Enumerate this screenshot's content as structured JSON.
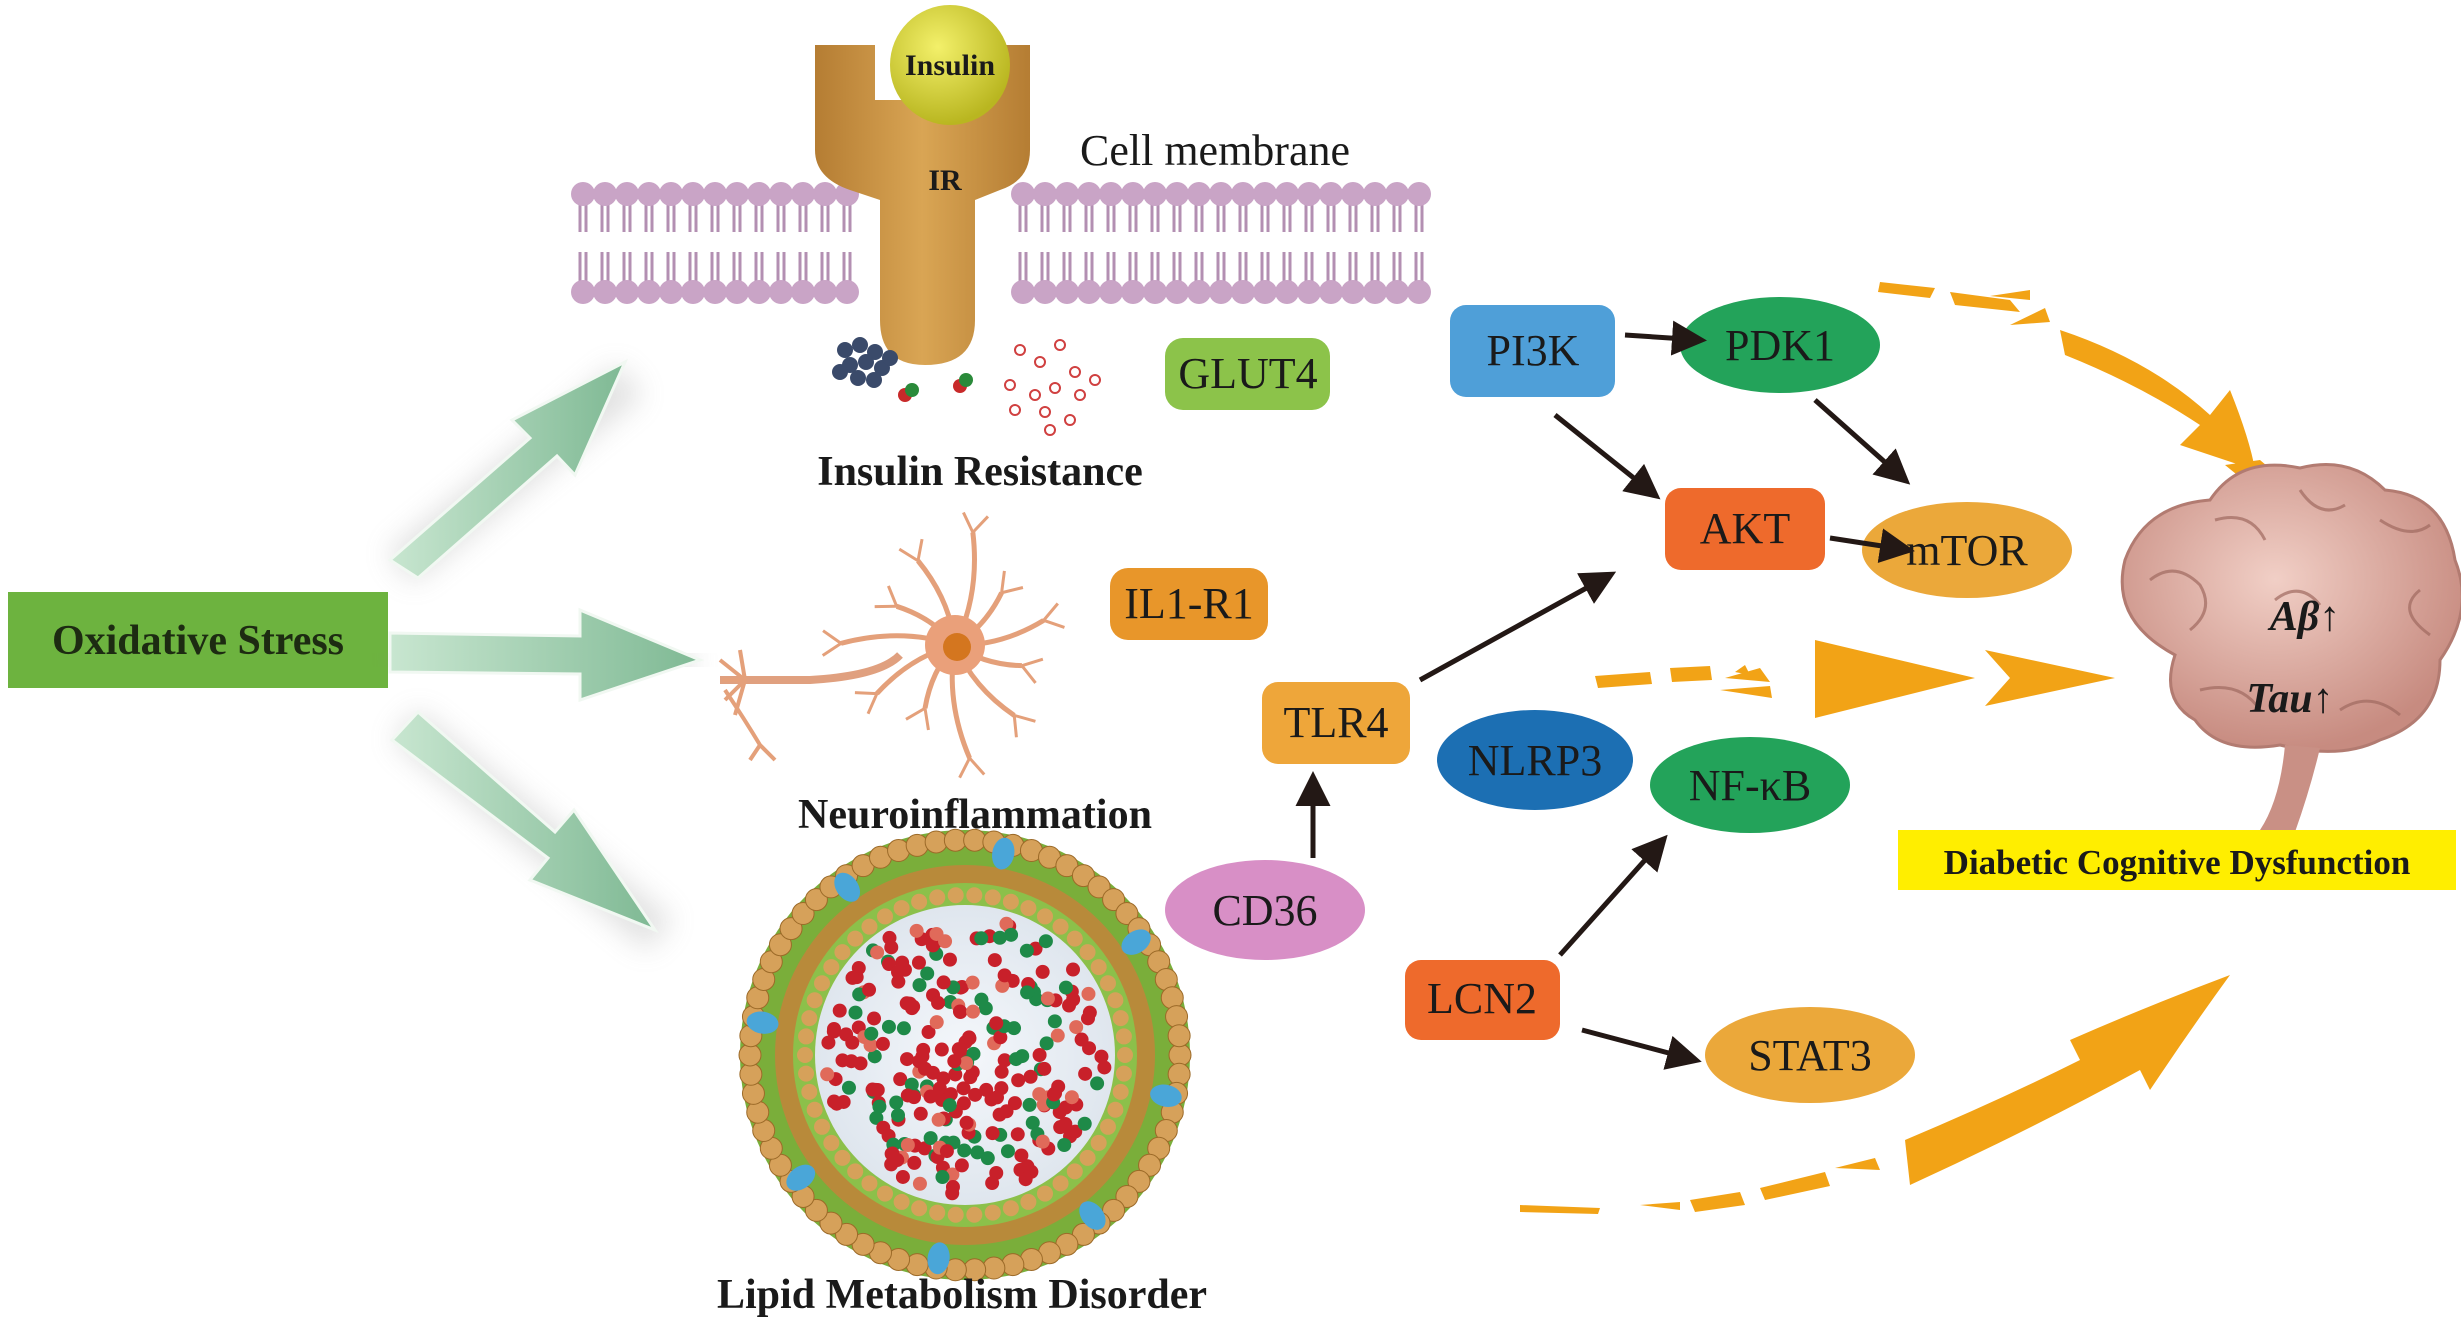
{
  "labels": {
    "oxidative_stress": "Oxidative Stress",
    "insulin": "Insulin",
    "ir": "IR",
    "cell_membrane": "Cell membrane",
    "glut4": "GLUT4",
    "insulin_resistance": "Insulin Resistance",
    "il1r1": "IL1-R1",
    "neuroinflammation": "Neuroinflammation",
    "lipid_metabolism_disorder": "Lipid Metabolism Disorder",
    "pi3k": "PI3K",
    "pdk1": "PDK1",
    "akt": "AKT",
    "mtor": "mTOR",
    "tlr4": "TLR4",
    "nlrp3": "NLRP3",
    "nfkb": "NF-κB",
    "cd36": "CD36",
    "lcn2": "LCN2",
    "stat3": "STAT3",
    "abeta": "Aβ↑",
    "tau": "Tau↑",
    "diabetic_cognitive_dysfunction": "Diabetic Cognitive Dysfunction"
  },
  "colors": {
    "oxidative_stress_box": "#6db33f",
    "green_arrow": "#8cc3a0",
    "membrane_lipid": "#c9a4c6",
    "receptor": "#c89344",
    "insulin_ball": "#d4d23a",
    "glut4": "#8cc34a",
    "il1r1": "#e8962a",
    "pi3k": "#4f9fd8",
    "pdk1": "#23a35a",
    "akt": "#ee6a2c",
    "mtor": "#eba83a",
    "tlr4": "#eea63a",
    "nlrp3": "#1c6fb3",
    "nfkb": "#23a35a",
    "cd36": "#d88fc6",
    "lcn2": "#ee6a2c",
    "stat3": "#eba83a",
    "orange_arrow": "#f2a316",
    "yellow_label": "#ffee00",
    "brain": "#d9a79e"
  },
  "icons": {
    "neuron": "neuron-icon",
    "brain": "brain-icon",
    "lipid_droplet": "lipid-droplet-icon"
  }
}
